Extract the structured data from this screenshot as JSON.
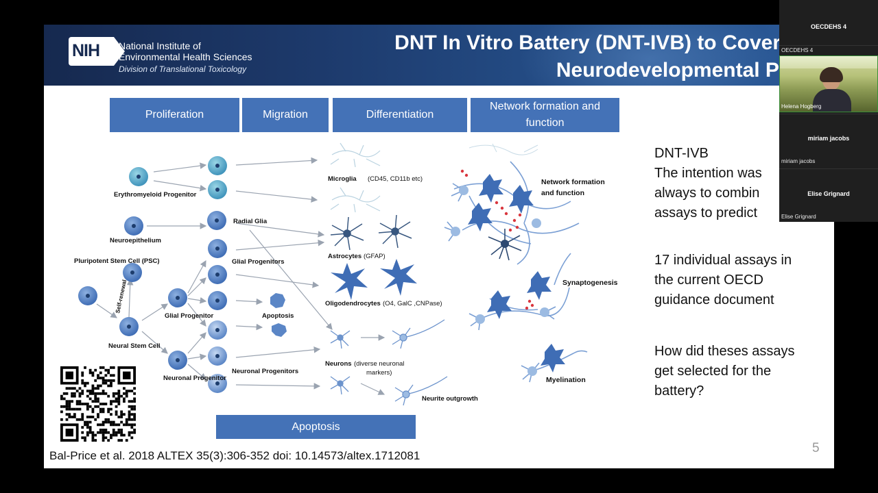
{
  "header": {
    "logo_text": "NIH",
    "org_line1": "National Institute of",
    "org_line2": "Environmental Health Sciences",
    "division": "Division of Translational Toxicology",
    "title_line1": "DNT In Vitro Battery (DNT-IVB) to Cover",
    "title_line2": "Neurodevelopmental Proces"
  },
  "stages": {
    "proliferation": "Proliferation",
    "migration": "Migration",
    "differentiation": "Differentiation",
    "network": "Network formation and function",
    "apoptosis": "Apoptosis"
  },
  "diagram_labels": {
    "erythro": "Erythromyeloid Progenitor",
    "neuroepithelium": "Neuroepithelium",
    "psc": "Pluripotent Stem Cell (PSC)",
    "self_renewal": "Self-renewal",
    "nsc": "Neural Stem Cell",
    "glial_prog": "Glial Progenitor",
    "neuronal_prog": "Neuronal Progenitor",
    "radial_glia": "Radial Glia",
    "glial_progs": "Glial Progenitors",
    "apoptosis": "Apoptosis",
    "neuronal_progs": "Neuronal Progenitors",
    "microglia": "Microglia",
    "microglia_markers": "(CD45, CD11b etc)",
    "astrocytes": "Astrocytes",
    "astro_markers": "(GFAP)",
    "oligo": "Oligodendrocytes",
    "oligo_markers": "(O4, GalC ,CNPase)",
    "neurons": "Neurons",
    "neuron_markers_1": "(diverse neuronal",
    "neuron_markers_2": "markers)",
    "neurite": "Neurite outgrowth",
    "network_1": "Network formation",
    "network_2": "and function",
    "synapto": "Synaptogenesis",
    "myelination": "Myelination"
  },
  "body_text": {
    "block1": "DNT-IVB\nThe intention was\nalways to combin\nassays to predict",
    "block2": "17 individual assays in\nthe current OECD\nguidance document",
    "block3": "How did theses assays\nget selected for the\nbattery?"
  },
  "citation": "Bal-Price et al. 2018 ALTEX 35(3):306-352 doi: 10.14573/altex.1712081",
  "page_number": "5",
  "participants": {
    "main_tile_title": "OECDEHS 4",
    "tile1_label": "OECDEHS 4",
    "tile2_label": "Helena Hogberg",
    "tile3_name": "miriam jacobs",
    "tile3_label": "miriam jacobs",
    "tile4_name": "Elise Grignard",
    "tile4_label": "Elise Grignard"
  },
  "colors": {
    "stage_blue": "#4472b7",
    "cell_blue": "#3f6db5",
    "cell_teal": "#4aa3c8",
    "arrow_gray": "#9aa3b0",
    "dot_red": "#d9363e"
  }
}
